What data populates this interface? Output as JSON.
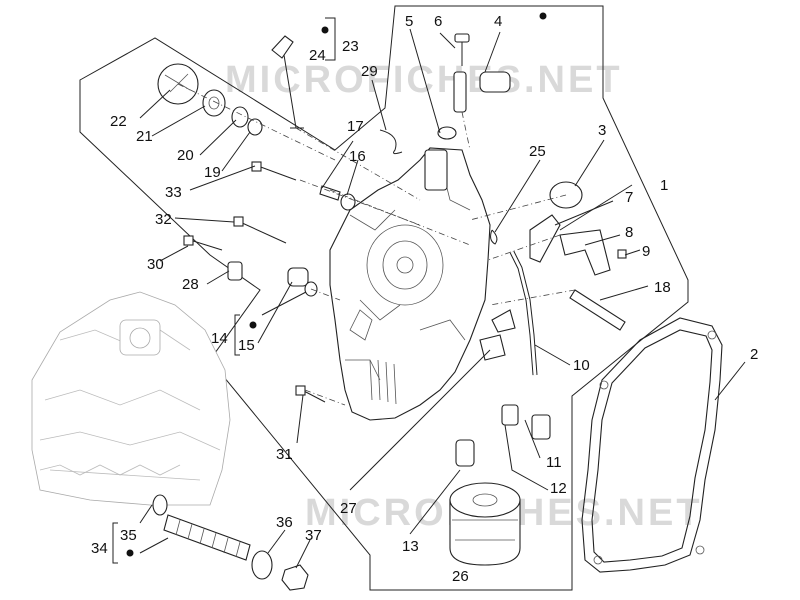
{
  "watermark": [
    "MICROFICHES.NET",
    "MICROFICHES.NET"
  ],
  "callouts": [
    "1",
    "2",
    "3",
    "4",
    "5",
    "6",
    "7",
    "8",
    "9",
    "10",
    "11",
    "12",
    "13",
    "14",
    "15",
    "16",
    "17",
    "18",
    "19",
    "20",
    "21",
    "22",
    "23",
    "24",
    "25",
    "26",
    "27",
    "28",
    "29",
    "30",
    "31",
    "32",
    "33",
    "34",
    "35",
    "36",
    "37"
  ]
}
